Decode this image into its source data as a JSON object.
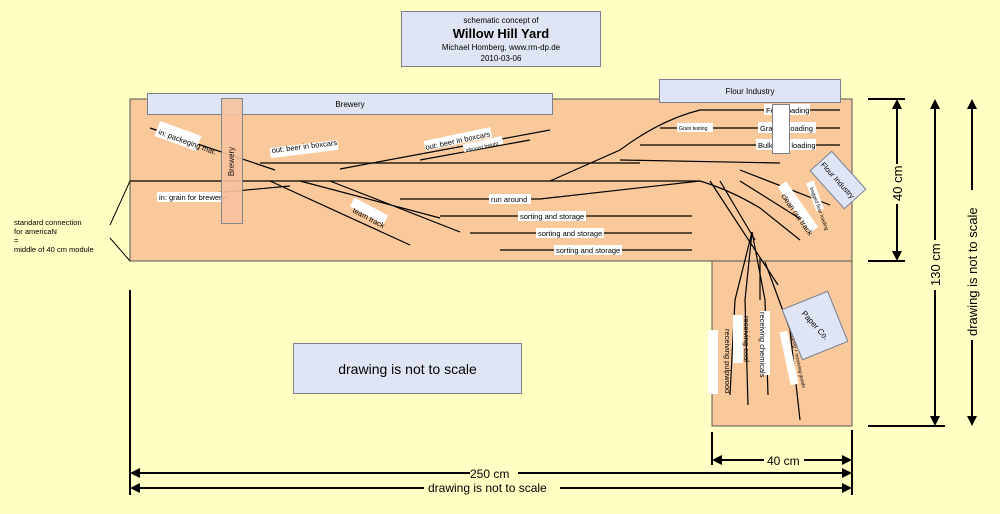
{
  "title_block": {
    "subtitle": "schematic concept of",
    "title": "Willow Hill Yard",
    "author": "Michael Homberg, www.rm-dp.de",
    "date": "2010-03-06"
  },
  "industries": {
    "brewery_top": "Brewery",
    "brewery_vertical": "Brewery",
    "flour_top": "Flour Industry",
    "flour_side": "Flour Industry",
    "paper": "Paper Co."
  },
  "track_labels": {
    "packaging": "in: packeging mat.",
    "beer_out_1": "out: beer in boxcars",
    "beer_out_2": "out: beer in boxcars",
    "inbound_freight": "inbound freight",
    "grain_in": "in: grain for brewery",
    "team_track": "team track",
    "run_around": "run around",
    "sorting1": "sorting and storage",
    "sorting2": "sorting and storage",
    "sorting3": "sorting and storage",
    "feed": "Feed loading",
    "grain_unloading": "Grain unloading",
    "bulk_flour": "Bulk flour loading",
    "grain_testing": "Grain testing",
    "bagged_flour": "bagged flour loading",
    "clean_out": "clean out track",
    "pulpwood": "receiving pulpwood",
    "coal": "receiving coal",
    "chemicals": "receiving chemicals",
    "shipping": "shipping + receiving goods"
  },
  "connection_note": {
    "line1": "standard connection",
    "line2": "for americaN",
    "line3": "=",
    "line4": "middle of 40 cm module"
  },
  "dimensions": {
    "width_total": "250 cm",
    "width_module": "40 cm",
    "height_module": "40 cm",
    "height_total": "130 cm",
    "not_scale": "drawing is not to scale"
  },
  "colors": {
    "background": "#ffffc4",
    "module": "#f9c89b",
    "industry_box": "#dfe5f4"
  }
}
